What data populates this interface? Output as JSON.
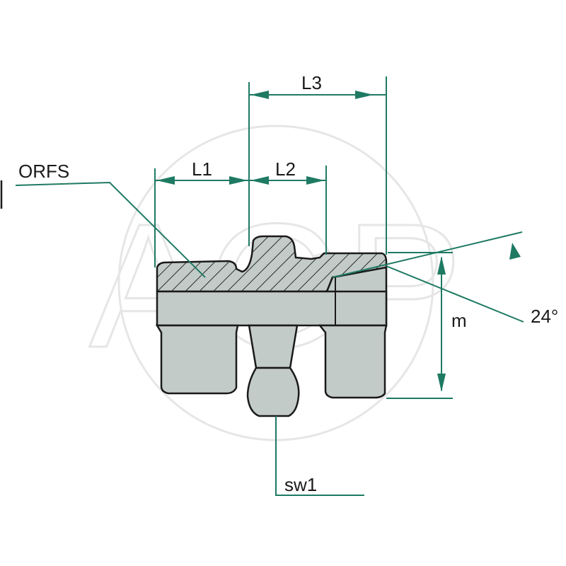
{
  "watermark": {
    "text": "AGP"
  },
  "labels": {
    "l1": "L1",
    "l2": "L2",
    "l3": "L3",
    "orfs": "ORFS",
    "m": "m",
    "angle": "24°",
    "sw1": "sw1"
  },
  "colors": {
    "dimension": "#1f7a63",
    "body": "#c3cbc9",
    "outline": "#1a1a1a",
    "watermark": "#e6e6e6"
  }
}
